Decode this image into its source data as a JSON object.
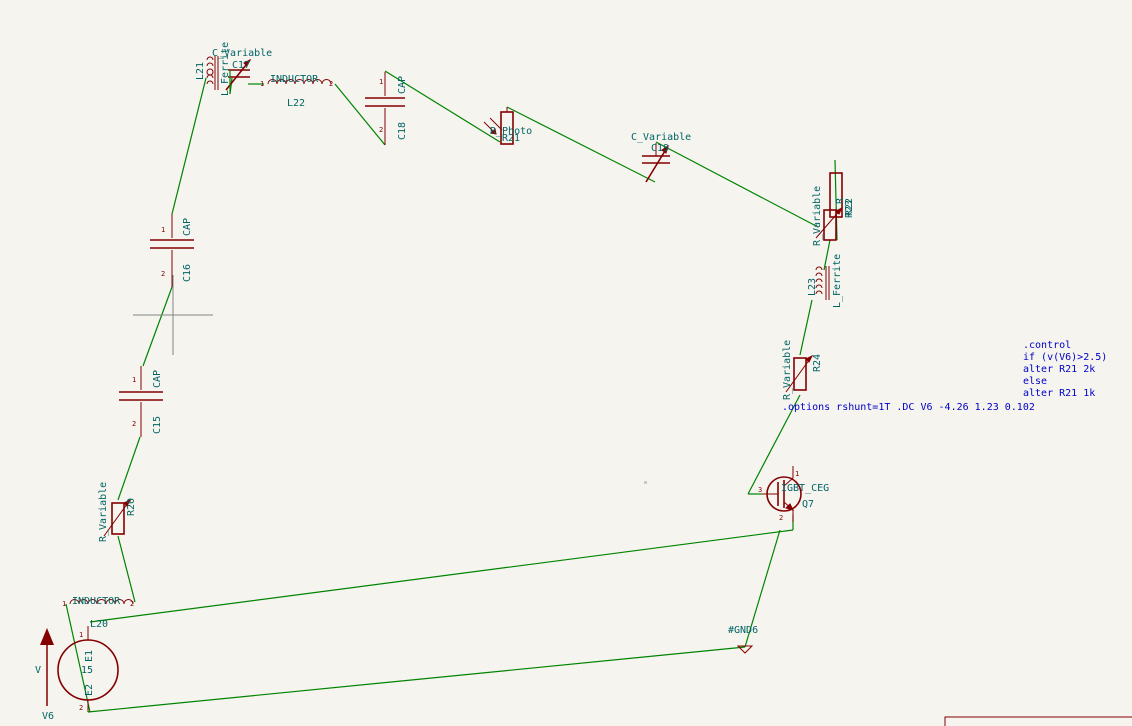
{
  "schematic": {
    "components": {
      "L21": {
        "ref": "L21",
        "value": "L_Ferrite"
      },
      "C17": {
        "ref": "C17",
        "value": "C_Variable"
      },
      "L22": {
        "ref": "L22",
        "value": "INDUCTOR"
      },
      "C18": {
        "ref": "C18",
        "value": "CAP"
      },
      "R21": {
        "ref": "R21",
        "value": "R_Photo"
      },
      "C19": {
        "ref": "C19",
        "value": "C_Variable"
      },
      "R22": {
        "ref": "R22",
        "value": "R"
      },
      "R23": {
        "ref": "R23",
        "value": "R_Variable"
      },
      "L23": {
        "ref": "L23",
        "value": "L_Ferrite"
      },
      "R24": {
        "ref": "R24",
        "value": "R_Variable"
      },
      "Q7": {
        "ref": "Q7",
        "value": "IGBT_CEG"
      },
      "C16": {
        "ref": "C16",
        "value": "CAP"
      },
      "C15": {
        "ref": "C15",
        "value": "CAP"
      },
      "R20": {
        "ref": "R20",
        "value": "R_Variable"
      },
      "L20": {
        "ref": "L20",
        "value": "INDUCTOR"
      },
      "V6": {
        "ref": "V6",
        "value": "V"
      },
      "GND6": {
        "ref": "#GND6"
      }
    },
    "source": {
      "pin_plus": "E1",
      "pin_minus": "E2",
      "value": "15"
    },
    "directives": {
      "options_line": ".options rshunt=1T  .DC V6 -4.26 1.23 0.102",
      "control": [
        ".control",
        "if (v(V6)>2.5)",
        "alter R21 2k",
        "else",
        "alter R21 1k"
      ]
    },
    "pins": {
      "one": "1",
      "two": "2",
      "three": "3"
    }
  }
}
